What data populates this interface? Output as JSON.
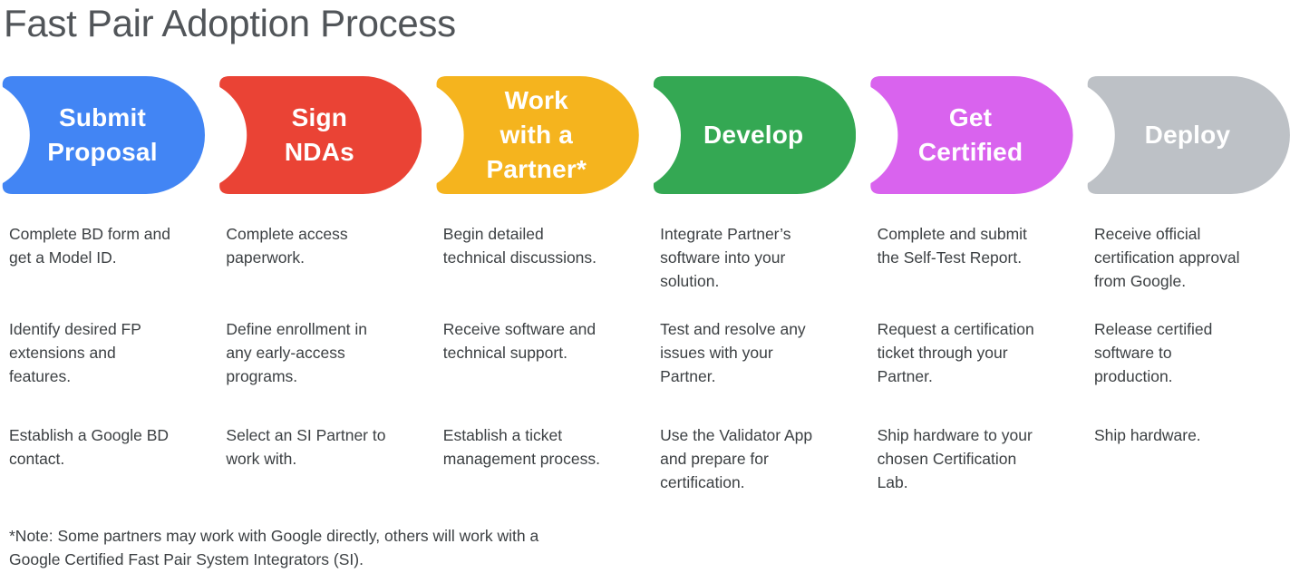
{
  "title": "Fast Pair Adoption Process",
  "note": "*Note: Some partners may work with Google directly, others will work with a\nGoogle Certified Fast Pair System Integrators (SI).",
  "colors": {
    "title_text": "#515559",
    "body_text": "#3C4043",
    "stage_label_text": "#FFFFFF"
  },
  "stages": [
    {
      "name": "Submit Proposal",
      "label": "Submit\nProposal",
      "color": "#4285F4",
      "steps": [
        "Complete BD form and\nget a Model ID.",
        "Identify desired FP\nextensions and\nfeatures.",
        "Establish a Google BD\ncontact."
      ]
    },
    {
      "name": "Sign NDAs",
      "label": "Sign\nNDAs",
      "color": "#EA4335",
      "steps": [
        "Complete access\npaperwork.",
        "Define enrollment in\nany early-access\nprograms.",
        "Select an SI Partner to\nwork with."
      ]
    },
    {
      "name": "Work with a Partner",
      "label": "Work\nwith a\nPartner*",
      "color": "#F5B41E",
      "steps": [
        "Begin detailed\ntechnical discussions.",
        "Receive software and\ntechnical support.",
        "Establish a ticket\nmanagement process."
      ]
    },
    {
      "name": "Develop",
      "label": "Develop",
      "color": "#34A853",
      "steps": [
        "Integrate Partner’s\nsoftware into your\nsolution.",
        "Test and resolve any\nissues with your\nPartner.",
        "Use the Validator App\nand prepare for\ncertification."
      ]
    },
    {
      "name": "Get Certified",
      "label": "Get\nCertified",
      "color": "#D963EE",
      "steps": [
        "Complete and submit\nthe Self-Test Report.",
        "Request a certification\nticket through your\nPartner.",
        "Ship hardware to your\nchosen Certification\nLab."
      ]
    },
    {
      "name": "Deploy",
      "label": "Deploy",
      "color": "#BDC1C6",
      "steps": [
        "Receive official\ncertification approval\nfrom Google.",
        "Release certified\nsoftware to\nproduction.",
        "Ship hardware."
      ]
    }
  ]
}
